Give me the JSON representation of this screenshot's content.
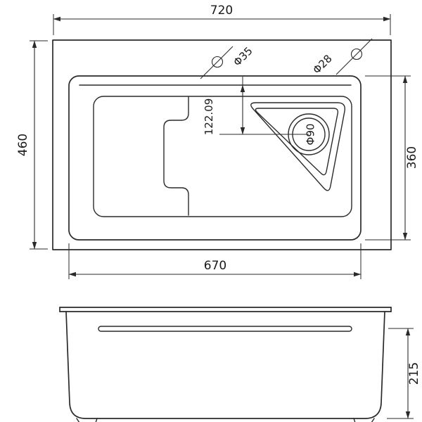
{
  "drawing": {
    "background": "#ffffff",
    "line_color": "#2a2a2a",
    "top_view": {
      "dim_overall_width": "720",
      "dim_overall_height": "460",
      "dim_basin_width": "670",
      "dim_basin_height": "360",
      "dim_drain_offset": "122.09",
      "label_faucet_hole": "Φ35",
      "label_soap_hole": "Φ28",
      "label_drain_diameter": "Φ90"
    },
    "front_view": {
      "dim_depth": "215"
    }
  }
}
